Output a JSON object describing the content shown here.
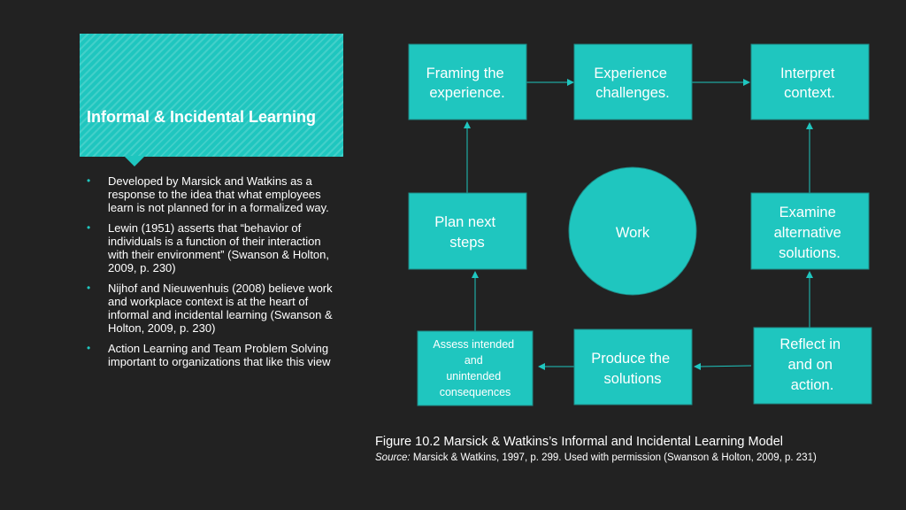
{
  "title": "Informal & Incidental Learning",
  "bullets": [
    "Developed by Marsick and Watkins as a response to the idea that what employees learn is not planned for in a formalized way.",
    "Lewin (1951) asserts that “behavior of individuals is a function of their interaction with their environment” (Swanson & Holton, 2009, p. 230)",
    "Nijhof and Nieuwenhuis (2008) believe work and workplace context is at the heart of informal and incidental learning (Swanson & Holton, 2009, p. 230)",
    "Action Learning and Team Problem Solving important to organizations that like this view"
  ],
  "bullet_glyph": "•",
  "diagram": {
    "center": "Work",
    "boxes": {
      "framing": [
        "Framing the",
        "experience."
      ],
      "experience": [
        "Experience",
        "challenges."
      ],
      "interpret": [
        "Interpret",
        "context."
      ],
      "plan": [
        "Plan next",
        "steps"
      ],
      "examine": [
        "Examine",
        "alternative",
        "solutions."
      ],
      "assess": [
        "Assess intended",
        "and",
        "unintended",
        "consequences"
      ],
      "produce": [
        "Produce the",
        "solutions"
      ],
      "reflect": [
        "Reflect in",
        "and on",
        "action."
      ]
    }
  },
  "caption": {
    "figure": "Figure 10.2 Marsick & Watkins’s Informal and Incidental Learning Model",
    "source_label": "Source:",
    "source_text": " Marsick & Watkins, 1997, p. 299. Used with permission (Swanson & Holton, 2009, p. 231)"
  },
  "colors": {
    "background": "#222222",
    "accent": "#1fc6bf",
    "text": "#ffffff"
  }
}
